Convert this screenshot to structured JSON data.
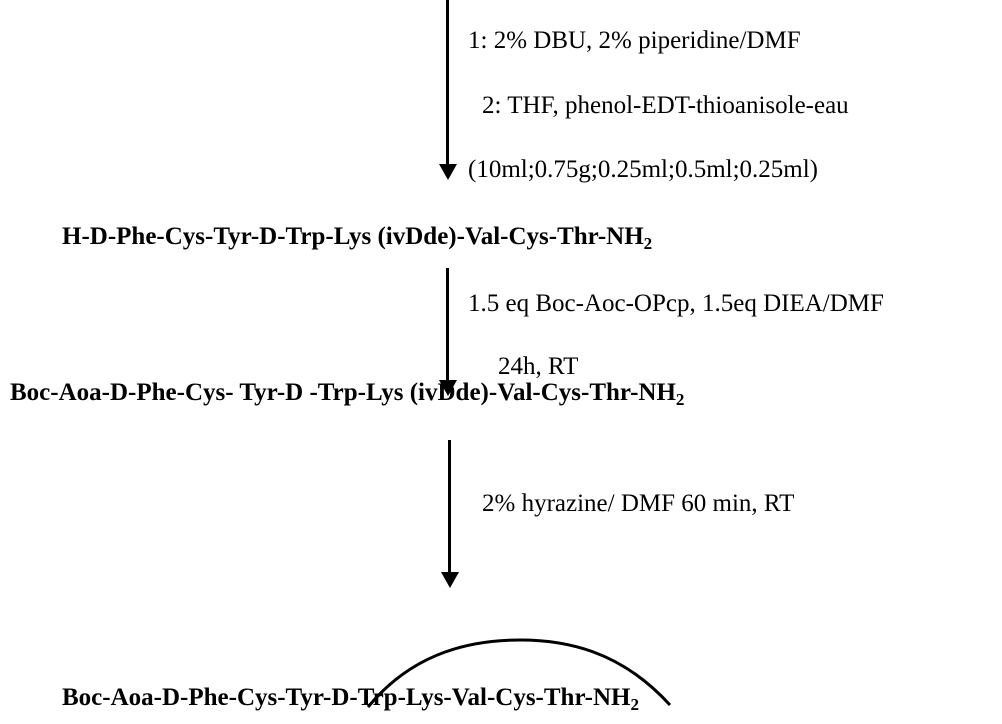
{
  "steps": [
    {
      "conditions": [
        "1: 2% DBU, 2% piperidine/DMF",
        "2: THF, phenol-EDT-thioanisole-eau",
        "(10ml;0.75g;0.25ml;0.5ml;0.25ml)"
      ]
    },
    {
      "conditions": [
        "1.5 eq Boc-Aoc-OPcp, 1.5eq DIEA/DMF",
        "24h, RT"
      ]
    },
    {
      "conditions": [
        "2% hyrazine/ DMF 60 min, RT"
      ]
    }
  ],
  "compounds": [
    {
      "text": "H-D-Phe-Cys-Tyr-D-Trp-Lys (ivDde)-Val-Cys-Thr-NH",
      "subscript": "2"
    },
    {
      "text": "Boc-Aoa-D-Phe-Cys- Tyr-D -Trp-Lys (ivDde)-Val-Cys-Thr-NH",
      "subscript": "2"
    },
    {
      "text": "Boc-Aoa-D-Phe-Cys-Tyr-D-Trp-Lys-Val-Cys-Thr-NH",
      "subscript": "2"
    }
  ],
  "bridge": {
    "description_icon": "disulfide-bridge-arc",
    "color": "#000000"
  }
}
